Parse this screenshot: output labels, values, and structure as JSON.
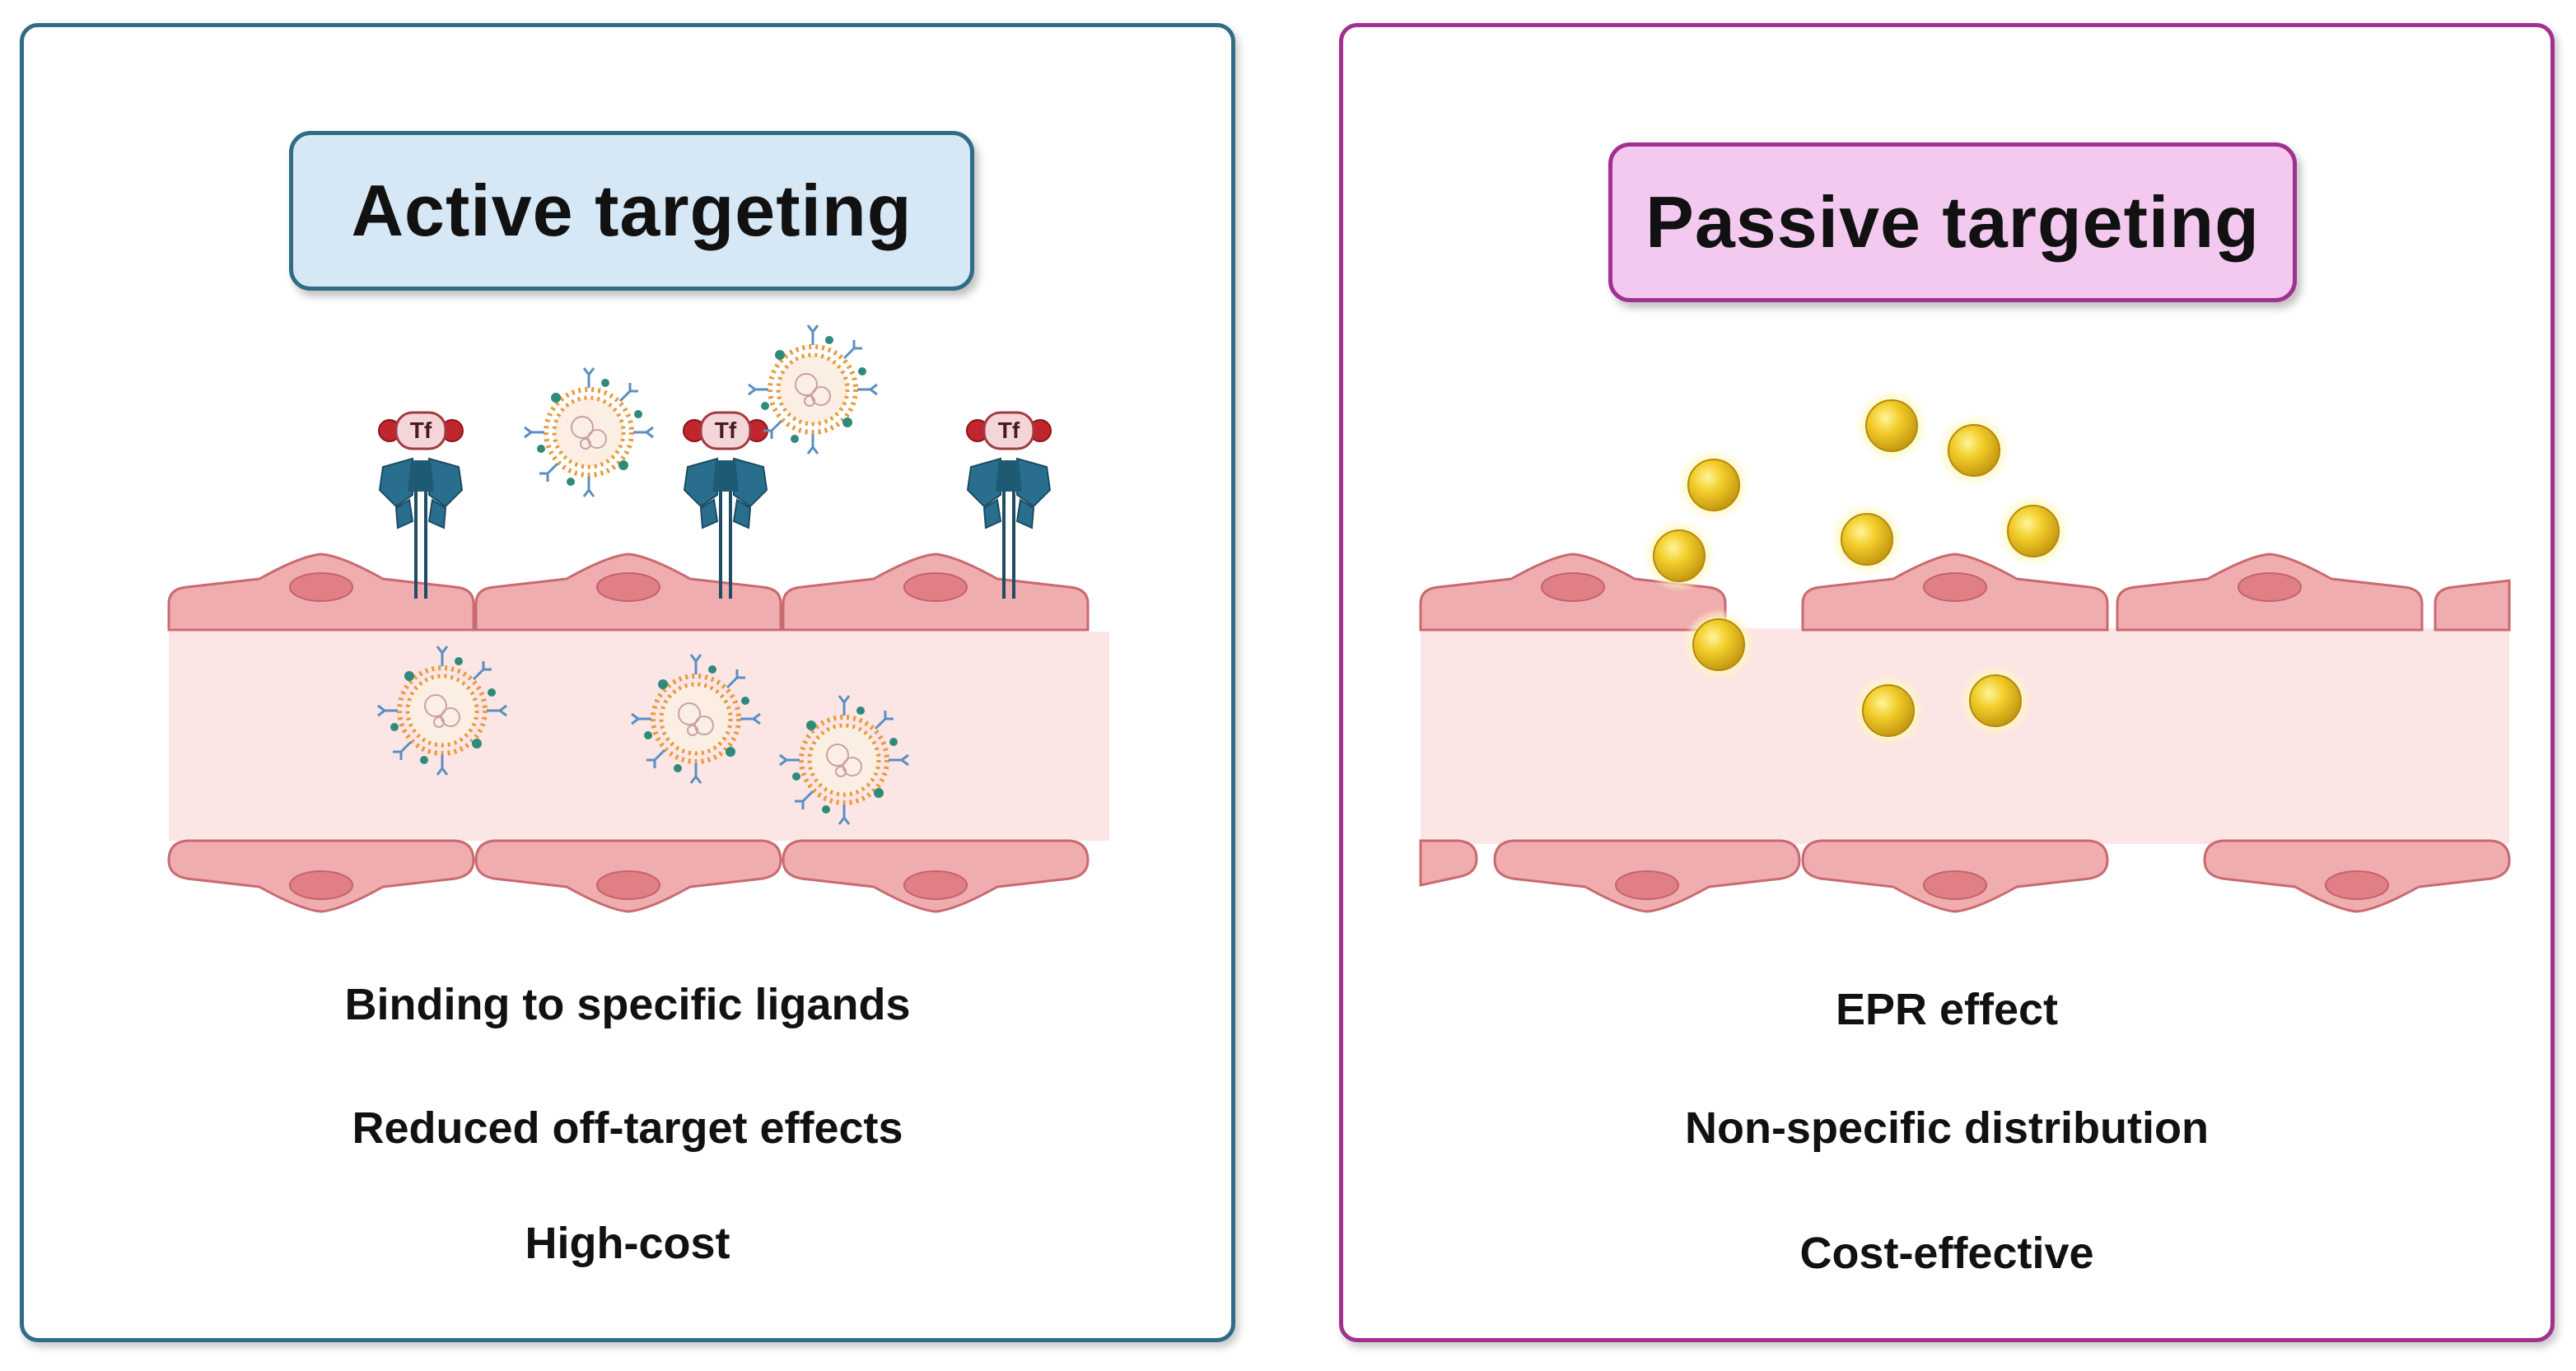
{
  "active": {
    "title": "Active targeting",
    "receptor_label": "Tf",
    "properties": [
      "Binding to specific ligands",
      "Reduced off-target effects",
      "High-cost"
    ]
  },
  "passive": {
    "title": "Passive targeting",
    "properties": [
      "EPR effect",
      "Non-specific distribution",
      "Cost-effective"
    ]
  },
  "colors": {
    "active_border": "#2f6d86",
    "active_title_fill": "#d6e7f5",
    "passive_border": "#a2308f",
    "passive_title_fill": "#f3c9ef",
    "endothelial_cell": "#f0adb0",
    "vessel_lumen": "#fbe6e5",
    "nanoparticle_gold": "#e8c21e",
    "liposome_orange": "#e89a3c"
  }
}
